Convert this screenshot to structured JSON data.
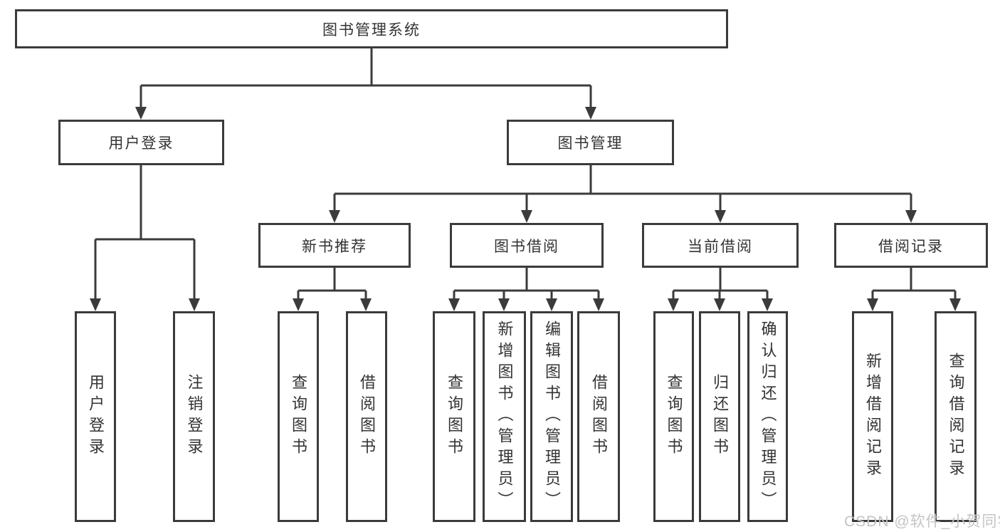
{
  "diagram": {
    "title": "图书管理系统",
    "watermark": "CSDN @软件_小贺同学",
    "colors": {
      "line": "#3b3b3b",
      "text": "#333333",
      "background": "#ffffff",
      "watermark": "#c4c4c4"
    },
    "nodes": [
      {
        "id": "root",
        "label": "图书管理系统",
        "parent": null,
        "orientation": "horizontal"
      },
      {
        "id": "user-login",
        "label": "用户登录",
        "parent": "root",
        "orientation": "horizontal"
      },
      {
        "id": "book-management",
        "label": "图书管理",
        "parent": "root",
        "orientation": "horizontal"
      },
      {
        "id": "new-book-recommend",
        "label": "新书推荐",
        "parent": "book-management",
        "orientation": "horizontal"
      },
      {
        "id": "book-borrow",
        "label": "图书借阅",
        "parent": "book-management",
        "orientation": "horizontal"
      },
      {
        "id": "current-borrow",
        "label": "当前借阅",
        "parent": "book-management",
        "orientation": "horizontal"
      },
      {
        "id": "borrow-records",
        "label": "借阅记录",
        "parent": "book-management",
        "orientation": "horizontal"
      },
      {
        "id": "leaf-user-login",
        "label": "用户登录",
        "parent": "user-login",
        "orientation": "vertical"
      },
      {
        "id": "leaf-logout",
        "label": "注销登录",
        "parent": "user-login",
        "orientation": "vertical"
      },
      {
        "id": "leaf-query-books-rec",
        "label": "查询图书",
        "parent": "new-book-recommend",
        "orientation": "vertical"
      },
      {
        "id": "leaf-borrow-books-rec",
        "label": "借阅图书",
        "parent": "new-book-recommend",
        "orientation": "vertical"
      },
      {
        "id": "leaf-query-books-borrow",
        "label": "查询图书",
        "parent": "book-borrow",
        "orientation": "vertical"
      },
      {
        "id": "leaf-add-books-admin",
        "label": "新增图书（管理员）",
        "parent": "book-borrow",
        "orientation": "vertical"
      },
      {
        "id": "leaf-edit-books-admin",
        "label": "编辑图书（管理员）",
        "parent": "book-borrow",
        "orientation": "vertical"
      },
      {
        "id": "leaf-borrow-books",
        "label": "借阅图书",
        "parent": "book-borrow",
        "orientation": "vertical"
      },
      {
        "id": "leaf-query-books-current",
        "label": "查询图书",
        "parent": "current-borrow",
        "orientation": "vertical"
      },
      {
        "id": "leaf-return-books",
        "label": "归还图书",
        "parent": "current-borrow",
        "orientation": "vertical"
      },
      {
        "id": "leaf-confirm-return",
        "label": "确认归还（管理员）",
        "parent": "current-borrow",
        "orientation": "vertical"
      },
      {
        "id": "leaf-add-borrow-record",
        "label": "新增借阅记录",
        "parent": "borrow-records",
        "orientation": "vertical"
      },
      {
        "id": "leaf-query-borrow-record",
        "label": "查询借阅记录",
        "parent": "borrow-records",
        "orientation": "vertical"
      }
    ]
  }
}
